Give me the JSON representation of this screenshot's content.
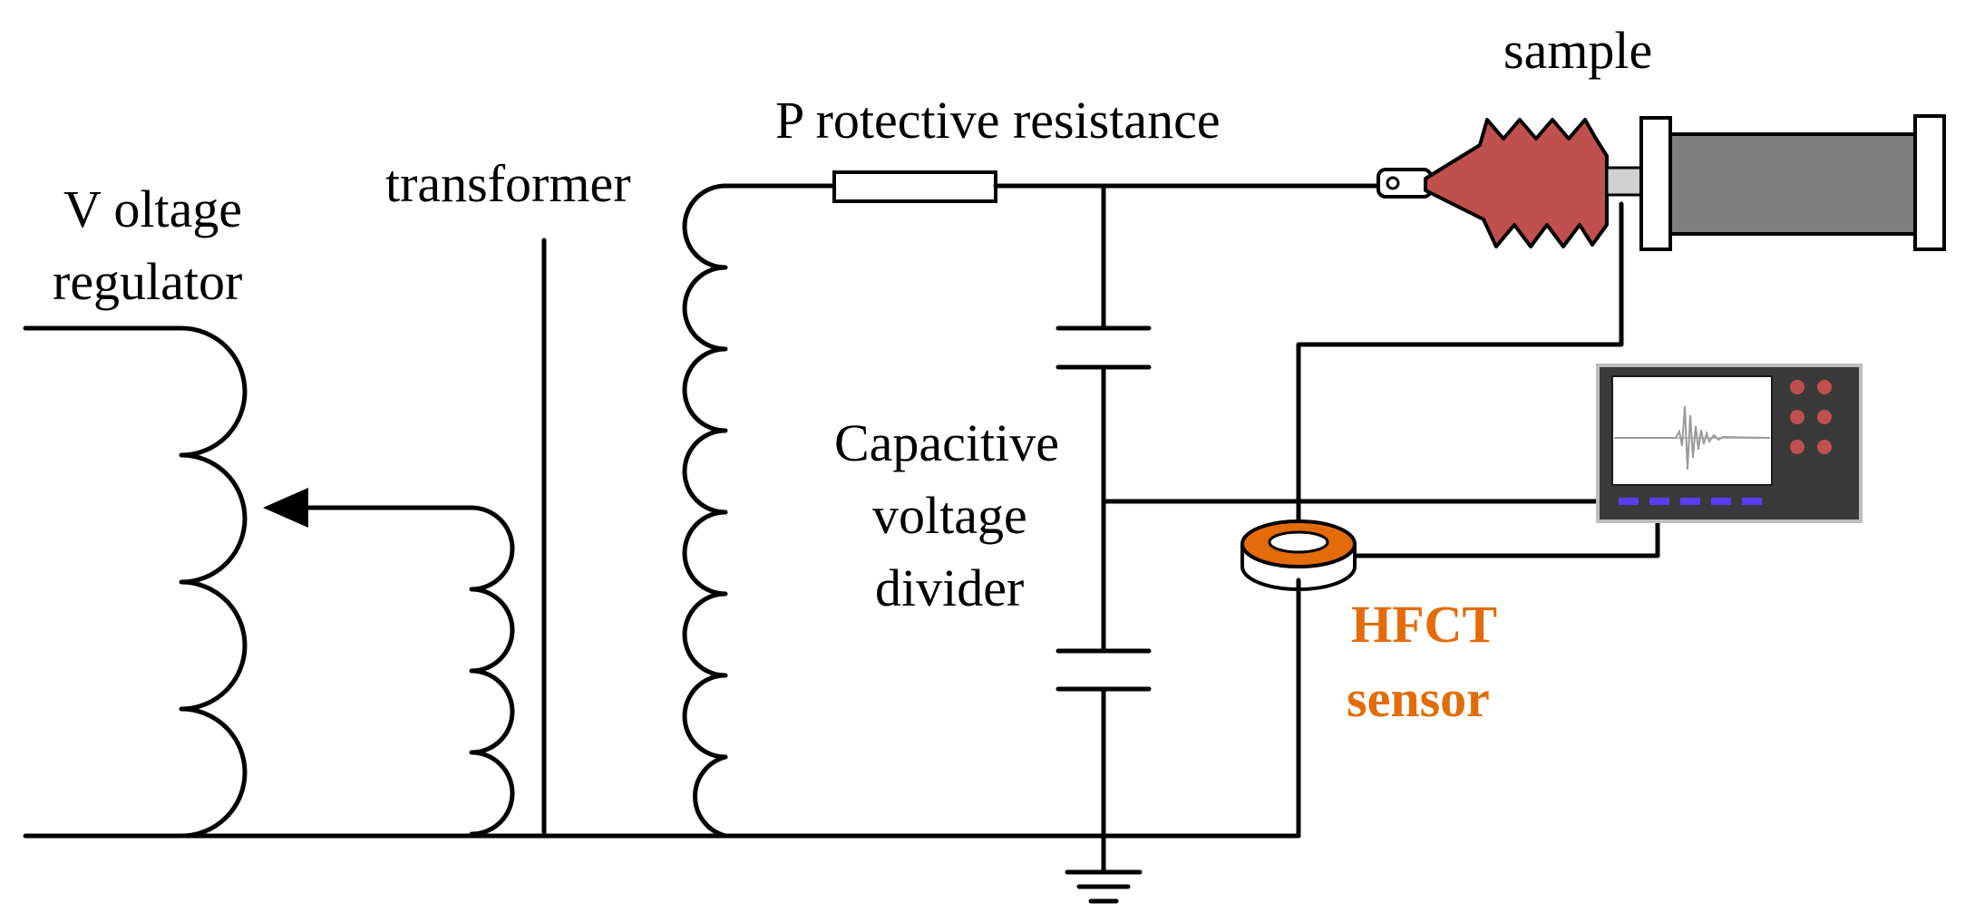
{
  "labels": {
    "regulator_line1": "V oltage",
    "regulator_line2": "regulator",
    "transformer": "transformer",
    "resistance": "P  rotective resistance",
    "sample": "sample",
    "divider_line1": "Capacitive",
    "divider_line2": "voltage",
    "divider_line3": "divider",
    "hfct_line1": "HFCT",
    "hfct_line2": "sensor"
  },
  "colors": {
    "bushing": "#c0504d",
    "hfct": "#e36c09",
    "scope_body": "#3a3a3a",
    "scope_buttons": "#c0504d",
    "scope_dashes": "#5b3cf5",
    "cylinder": "#7f7f7f",
    "text": "#000000"
  },
  "icons": {
    "ground": "ground-symbol-icon",
    "arrow": "tap-arrow-icon",
    "oscilloscope": "oscilloscope-icon",
    "sensor": "hfct-ring-icon",
    "sample": "bushing-sample-icon"
  }
}
